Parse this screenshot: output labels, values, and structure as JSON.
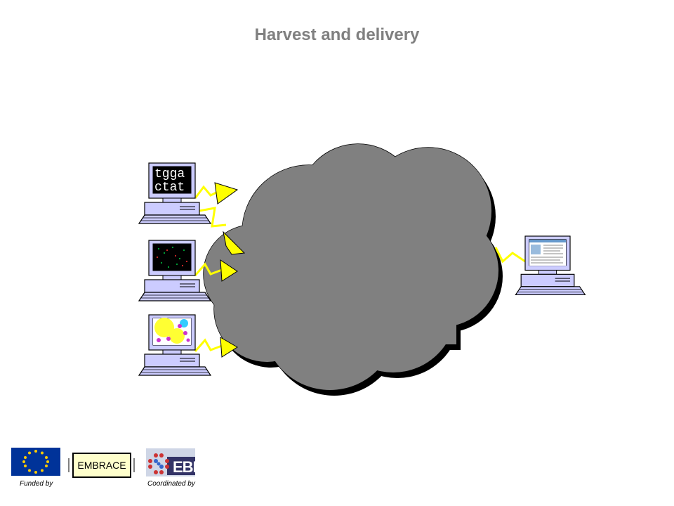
{
  "title": "Harvest and delivery",
  "sources": [
    {
      "id": "sequence",
      "screen_lines": [
        "tgga",
        "ctat"
      ],
      "icon": "sequence-computer-icon"
    },
    {
      "id": "microarray",
      "icon": "microarray-computer-icon"
    },
    {
      "id": "structure",
      "icon": "molecule-structure-computer-icon"
    }
  ],
  "destination": {
    "icon": "web-browser-computer-icon"
  },
  "cloud": {
    "color": "#808080",
    "icon": "network-cloud-icon"
  },
  "arrow_color": "#FFFF00",
  "footer": {
    "funded_by": "Funded by",
    "coordinated_by": "Coordinated by",
    "embrace_label": "EMBRACE",
    "ebi_label": "EBI"
  }
}
